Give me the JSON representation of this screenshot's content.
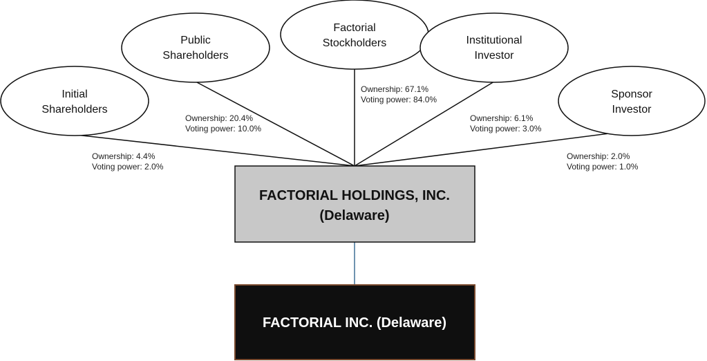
{
  "shareholders": [
    {
      "id": "initial",
      "name_line1": "Initial",
      "name_line2": "Shareholders",
      "ownership": "Ownership: 4.4%",
      "voting": "Voting power: 2.0%"
    },
    {
      "id": "public",
      "name_line1": "Public",
      "name_line2": "Shareholders",
      "ownership": "Ownership: 20.4%",
      "voting": "Voting power: 10.0%"
    },
    {
      "id": "factorial",
      "name_line1": "Factorial",
      "name_line2": "Stockholders",
      "ownership": "Ownership: 67.1%",
      "voting": "Voting power: 84.0%"
    },
    {
      "id": "institutional",
      "name_line1": "Institutional",
      "name_line2": "Investor",
      "ownership": "Ownership: 6.1%",
      "voting": "Voting power: 3.0%"
    },
    {
      "id": "sponsor",
      "name_line1": "Sponsor",
      "name_line2": "Investor",
      "ownership": "Ownership: 2.0%",
      "voting": "Voting power: 1.0%"
    }
  ],
  "holdings": {
    "line1": "FACTORIAL HOLDINGS, INC.",
    "line2": "(Delaware)",
    "fill_color": "#c8c8c8",
    "text_color": "#111111"
  },
  "subsidiary": {
    "label": "FACTORIAL INC. (Delaware)",
    "fill_color": "#0f0f0f",
    "border_color": "#7a4a2e",
    "text_color": "#ffffff"
  },
  "connector_color": "#3f6f96"
}
